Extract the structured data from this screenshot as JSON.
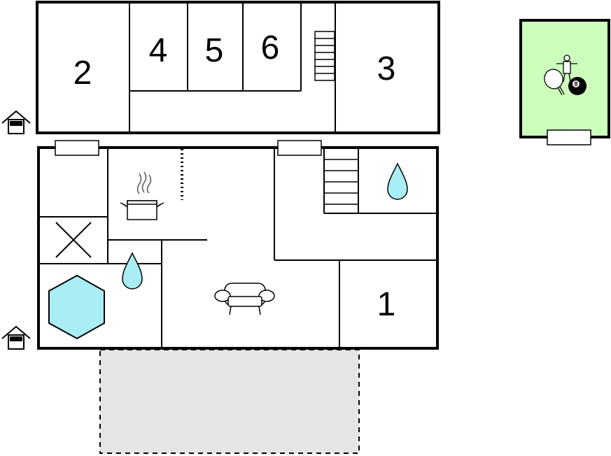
{
  "plan": {
    "upper_floor": {
      "rooms": [
        {
          "label": "2"
        },
        {
          "label": "4"
        },
        {
          "label": "5"
        },
        {
          "label": "6"
        },
        {
          "label": "3"
        }
      ]
    },
    "ground_floor": {
      "rooms": [
        {
          "label": "1"
        }
      ]
    },
    "annex": {
      "fill": "#ccffbb",
      "ball_number": "8"
    },
    "colors": {
      "water": "#aaeef5",
      "terrace": "#e5e5e5",
      "annex": "#ccffbb"
    },
    "icons": [
      "entrance-icon",
      "kitchen-pot-icon",
      "water-drop-icon",
      "sofa-icon",
      "hot-tub-icon",
      "stairs-icon",
      "table-tennis-icon",
      "foosball-icon",
      "billiard-ball-icon",
      "window-icon"
    ]
  }
}
